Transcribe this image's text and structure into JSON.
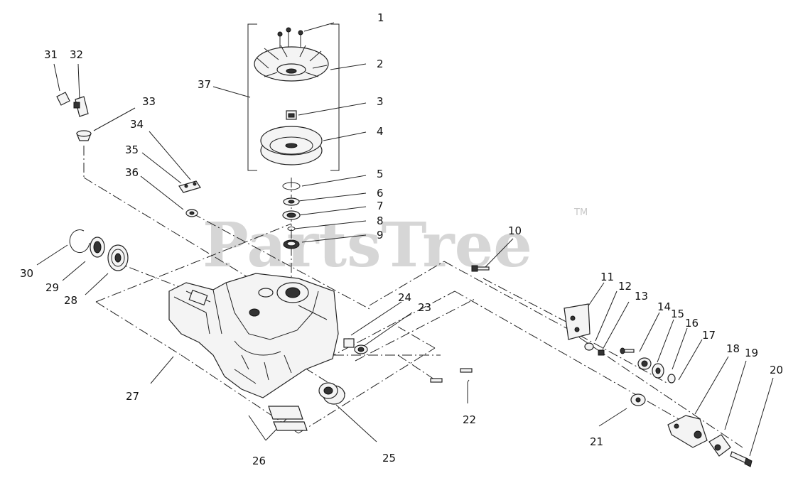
{
  "watermark": {
    "text": "PartsTree",
    "trademark": "TM"
  },
  "callouts": [
    "1",
    "2",
    "3",
    "4",
    "5",
    "6",
    "7",
    "8",
    "9",
    "10",
    "11",
    "12",
    "13",
    "14",
    "15",
    "16",
    "17",
    "18",
    "19",
    "20",
    "21",
    "22",
    "23",
    "24",
    "25",
    "26",
    "27",
    "28",
    "29",
    "30",
    "31",
    "32",
    "33",
    "34",
    "35",
    "36",
    "37"
  ]
}
